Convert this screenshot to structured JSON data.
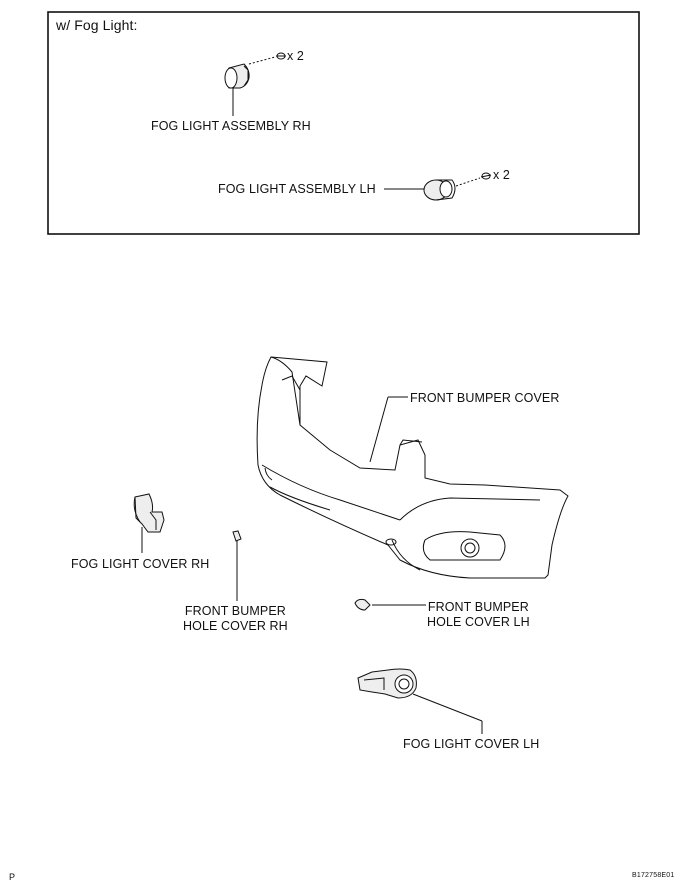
{
  "box": {
    "title": "w/ Fog Light:",
    "qty_rh": "x 2",
    "qty_lh": "x 2",
    "fog_light_assembly_rh": "FOG LIGHT ASSEMBLY RH",
    "fog_light_assembly_lh": "FOG LIGHT ASSEMBLY LH"
  },
  "labels": {
    "front_bumper_cover": "FRONT BUMPER COVER",
    "fog_light_cover_rh": "FOG LIGHT COVER RH",
    "hole_cover_rh_line1": "FRONT BUMPER",
    "hole_cover_rh_line2": "HOLE COVER RH",
    "hole_cover_lh_line1": "FRONT BUMPER",
    "hole_cover_lh_line2": "HOLE COVER LH",
    "fog_light_cover_lh": "FOG LIGHT COVER LH"
  },
  "footer": {
    "left_mark": "P",
    "figure_code": "B172758E01"
  }
}
